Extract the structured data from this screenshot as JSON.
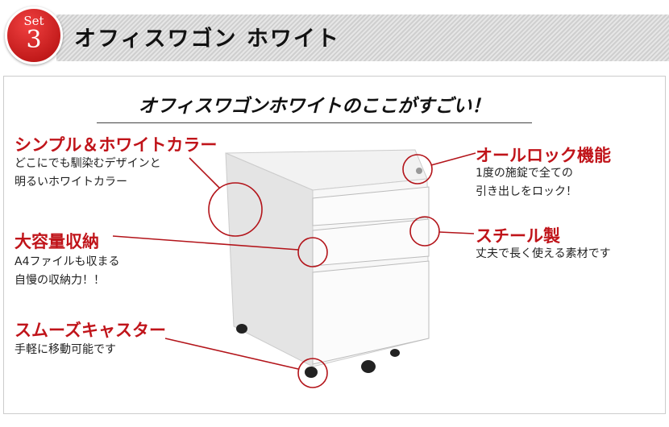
{
  "banner": {
    "badge_set": "Set",
    "badge_number": "3",
    "title": "オフィスワゴン ホワイト"
  },
  "heading": "オフィスワゴンホワイトのここがすごい！",
  "features": [
    {
      "title": "シンプル＆ホワイトカラー",
      "lines": [
        "どこにでも馴染むデザインと",
        "明るいホワイトカラー"
      ]
    },
    {
      "title": "大容量収納",
      "lines": [
        "A4ファイルも収まる",
        "自慢の収納力！！"
      ]
    },
    {
      "title": "スムーズキャスター",
      "lines": [
        "手軽に移動可能です"
      ]
    },
    {
      "title": "オールロック機能",
      "lines": [
        "1度の施錠で全ての",
        "引き出しをロック！"
      ]
    },
    {
      "title": "スチール製",
      "lines": [
        "丈夫で長く使える素材です"
      ]
    }
  ],
  "colors": {
    "accent": "#c0141a"
  }
}
